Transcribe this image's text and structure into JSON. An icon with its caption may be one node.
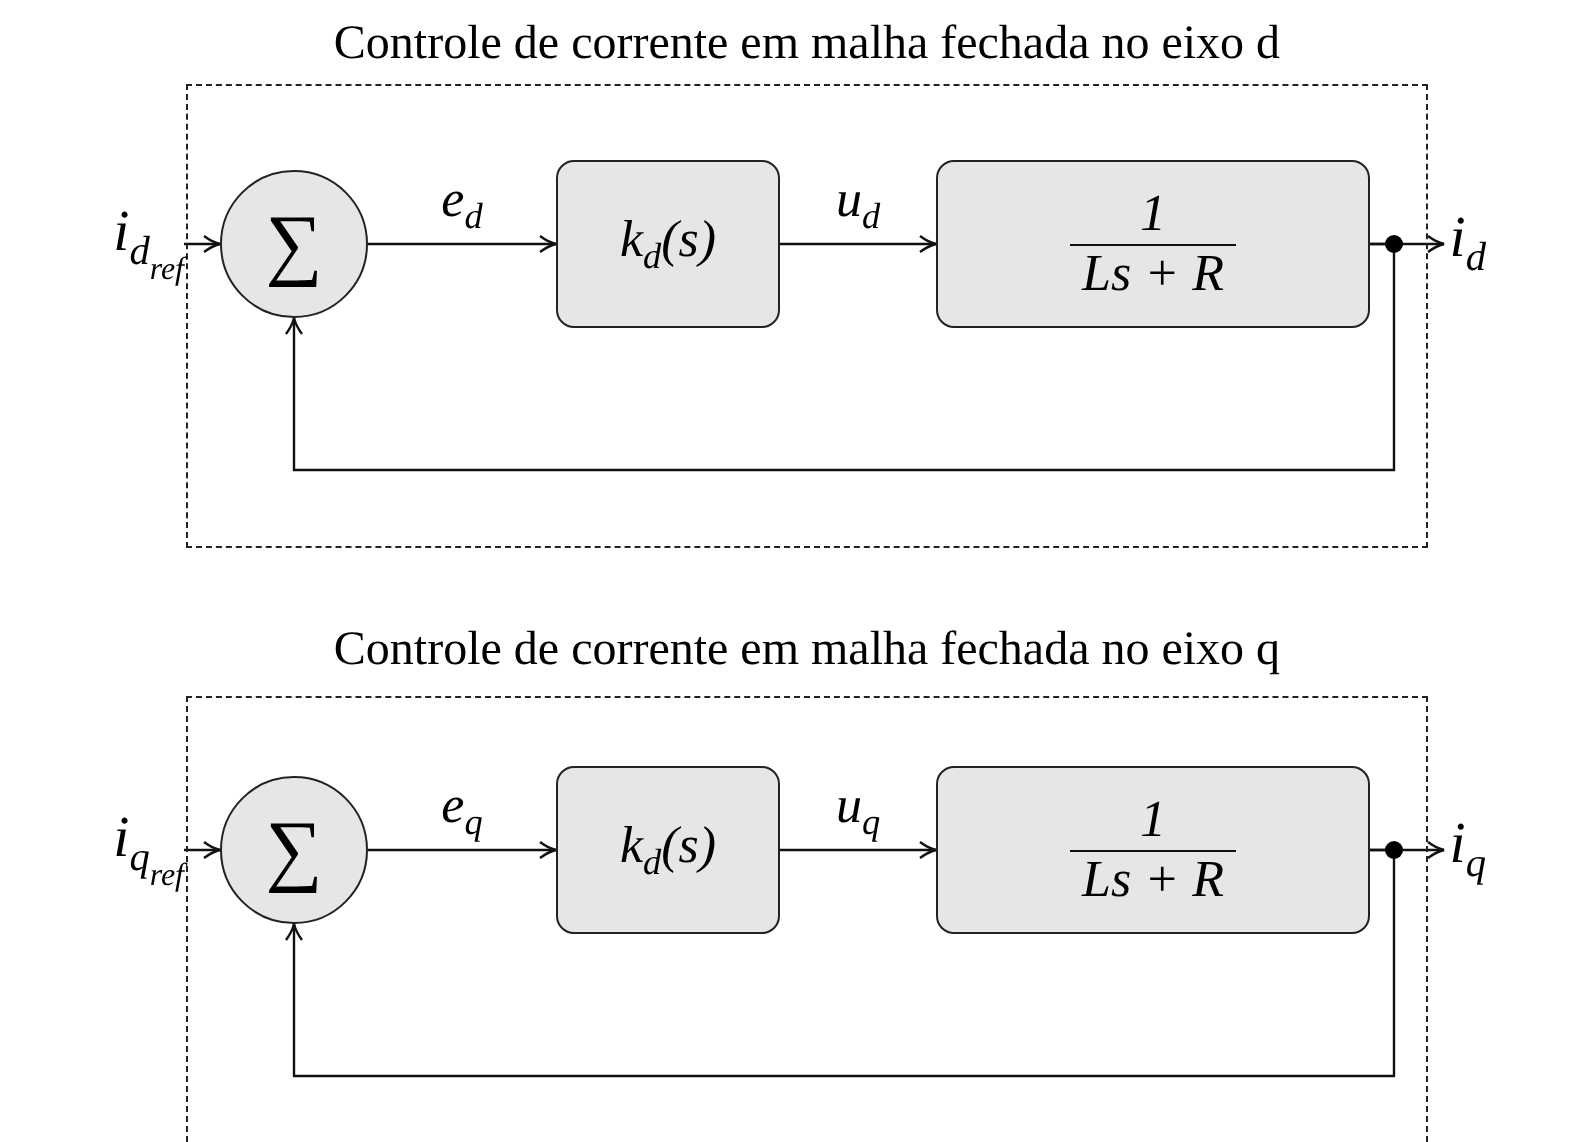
{
  "diagram": {
    "nodes": [
      {
        "text": [
          "Controle de corrente em malha fechada no eixo d"
        ]
      },
      {
        "text": [
          "i$_{d}$$_{ref}$"
        ]
      },
      {
        "text": [
          "∑"
        ],
        "in": 0
      },
      {
        "text": [
          "k$_{d}$(s)"
        ],
        "in": 0
      },
      {
        "text": [
          "1",
          "Ls + R"
        ],
        "in": 0
      },
      {
        "text": [
          "i$_{d}$"
        ]
      },
      {
        "text": [
          "Controle de corrente em malha fechada no eixo q"
        ]
      },
      {
        "text": [
          "i$_{q}$$_{ref}$"
        ]
      },
      {
        "text": [
          "∑"
        ],
        "in": 6
      },
      {
        "text": [
          "k$_{d}$(s)"
        ],
        "in": 6
      },
      {
        "text": [
          "1",
          "Ls + R"
        ],
        "in": 6
      },
      {
        "text": [
          "i$_{q}$"
        ]
      }
    ],
    "edges": [
      {
        "from": 1,
        "to": 2,
        "arrow": "to"
      },
      {
        "from": 2,
        "to": 3,
        "arrow": "to",
        "label": "e$_{d}$"
      },
      {
        "from": 3,
        "to": 4,
        "arrow": "to",
        "label": "u$_{d}$"
      },
      {
        "from": 4,
        "to": 5,
        "arrow": "to"
      },
      {
        "from": 4,
        "to": 2,
        "arrow": "to"
      },
      {
        "from": 7,
        "to": 8,
        "arrow": "to"
      },
      {
        "from": 8,
        "to": 9,
        "arrow": "to",
        "label": "e$_{q}$"
      },
      {
        "from": 9,
        "to": 10,
        "arrow": "to",
        "label": "u$_{q}$"
      },
      {
        "from": 10,
        "to": 11,
        "arrow": "to"
      },
      {
        "from": 10,
        "to": 8,
        "arrow": "to"
      }
    ]
  }
}
